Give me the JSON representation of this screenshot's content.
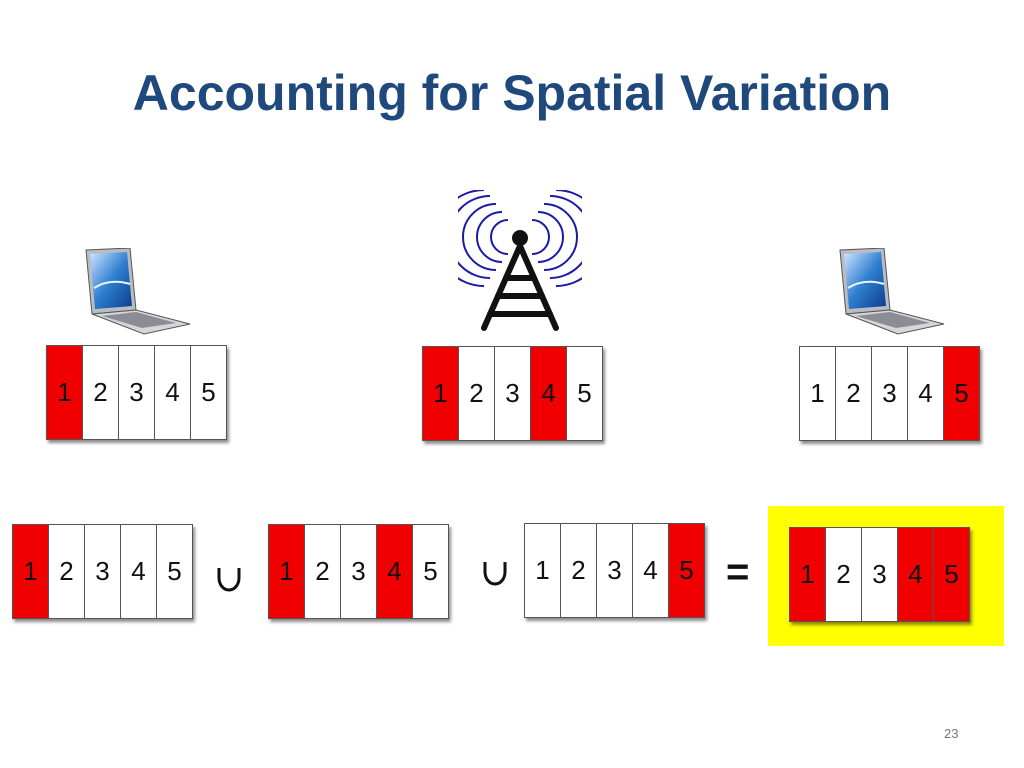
{
  "slide": {
    "title": "Accounting for Spatial Variation",
    "page_number": "23"
  },
  "devices": {
    "left": {
      "icon": "laptop-icon",
      "cells": [
        {
          "label": "1",
          "busy": true
        },
        {
          "label": "2",
          "busy": false
        },
        {
          "label": "3",
          "busy": false
        },
        {
          "label": "4",
          "busy": false
        },
        {
          "label": "5",
          "busy": false
        }
      ]
    },
    "center": {
      "icon": "antenna-tower-icon",
      "cells": [
        {
          "label": "1",
          "busy": true
        },
        {
          "label": "2",
          "busy": false
        },
        {
          "label": "3",
          "busy": false
        },
        {
          "label": "4",
          "busy": true
        },
        {
          "label": "5",
          "busy": false
        }
      ]
    },
    "right": {
      "icon": "laptop-icon",
      "cells": [
        {
          "label": "1",
          "busy": false
        },
        {
          "label": "2",
          "busy": false
        },
        {
          "label": "3",
          "busy": false
        },
        {
          "label": "4",
          "busy": false
        },
        {
          "label": "5",
          "busy": true
        }
      ]
    }
  },
  "equation": {
    "operand_a": [
      {
        "label": "1",
        "busy": true
      },
      {
        "label": "2",
        "busy": false
      },
      {
        "label": "3",
        "busy": false
      },
      {
        "label": "4",
        "busy": false
      },
      {
        "label": "5",
        "busy": false
      }
    ],
    "operand_b": [
      {
        "label": "1",
        "busy": true
      },
      {
        "label": "2",
        "busy": false
      },
      {
        "label": "3",
        "busy": false
      },
      {
        "label": "4",
        "busy": true
      },
      {
        "label": "5",
        "busy": false
      }
    ],
    "operand_c": [
      {
        "label": "1",
        "busy": false
      },
      {
        "label": "2",
        "busy": false
      },
      {
        "label": "3",
        "busy": false
      },
      {
        "label": "4",
        "busy": false
      },
      {
        "label": "5",
        "busy": true
      }
    ],
    "equals_symbol": "=",
    "result": [
      {
        "label": "1",
        "busy": true
      },
      {
        "label": "2",
        "busy": false
      },
      {
        "label": "3",
        "busy": false
      },
      {
        "label": "4",
        "busy": true
      },
      {
        "label": "5",
        "busy": true
      }
    ]
  },
  "colors": {
    "busy": "#f00000",
    "free": "#ffffff",
    "highlight": "#ffff00",
    "title": "#1f497d",
    "signal": "#1a1aa8"
  }
}
